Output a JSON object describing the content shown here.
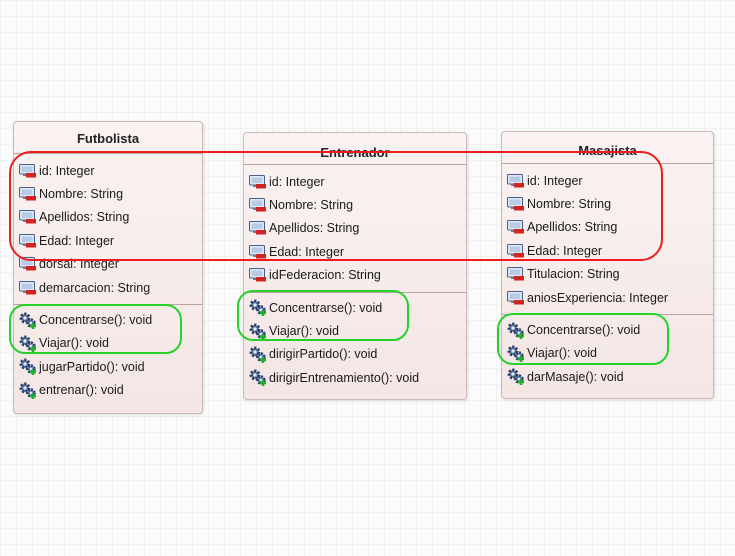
{
  "classes": [
    {
      "name": "Futbolista",
      "attributes": [
        {
          "text": "id: Integer",
          "icon": "attribute-icon"
        },
        {
          "text": "Nombre: String",
          "icon": "attribute-icon"
        },
        {
          "text": "Apellidos: String",
          "icon": "attribute-icon"
        },
        {
          "text": "Edad: Integer",
          "icon": "attribute-icon"
        },
        {
          "text": "dorsal: Integer",
          "icon": "attribute-icon"
        },
        {
          "text": "demarcacion: String",
          "icon": "attribute-icon"
        }
      ],
      "operations": [
        {
          "text": "Concentrarse(): void",
          "icon": "operation-gear-icon"
        },
        {
          "text": "Viajar(): void",
          "icon": "operation-gear-icon"
        },
        {
          "text": "jugarPartido(): void",
          "icon": "operation-gear-icon"
        },
        {
          "text": "entrenar(): void",
          "icon": "operation-gear-icon"
        }
      ]
    },
    {
      "name": "Entrenador",
      "attributes": [
        {
          "text": "id: Integer",
          "icon": "attribute-icon"
        },
        {
          "text": "Nombre: String",
          "icon": "attribute-icon"
        },
        {
          "text": "Apellidos: String",
          "icon": "attribute-icon"
        },
        {
          "text": "Edad: Integer",
          "icon": "attribute-icon"
        },
        {
          "text": "idFederacion: String",
          "icon": "attribute-icon"
        }
      ],
      "operations": [
        {
          "text": "Concentrarse(): void",
          "icon": "operation-gear-icon"
        },
        {
          "text": "Viajar(): void",
          "icon": "operation-gear-icon"
        },
        {
          "text": "dirigirPartido(): void",
          "icon": "operation-gear-icon"
        },
        {
          "text": "dirigirEntrenamiento(): void",
          "icon": "operation-gear-icon"
        }
      ]
    },
    {
      "name": "Masajista",
      "attributes": [
        {
          "text": "id: Integer",
          "icon": "attribute-icon"
        },
        {
          "text": "Nombre: String",
          "icon": "attribute-icon"
        },
        {
          "text": "Apellidos: String",
          "icon": "attribute-icon"
        },
        {
          "text": "Edad: Integer",
          "icon": "attribute-icon"
        },
        {
          "text": "Titulacion: String",
          "icon": "attribute-icon"
        },
        {
          "text": "aniosExperiencia: Integer",
          "icon": "attribute-icon"
        }
      ],
      "operations": [
        {
          "text": "Concentrarse(): void",
          "icon": "operation-gear-icon"
        },
        {
          "text": "Viajar(): void",
          "icon": "operation-gear-icon"
        },
        {
          "text": "darMasaje(): void",
          "icon": "operation-gear-icon"
        }
      ]
    }
  ],
  "colors": {
    "common_attributes_highlight": "#ee1d1d",
    "common_operations_highlight": "#27d12c",
    "class_fill": "#f6ecea",
    "class_border": "#cdb8b5"
  }
}
